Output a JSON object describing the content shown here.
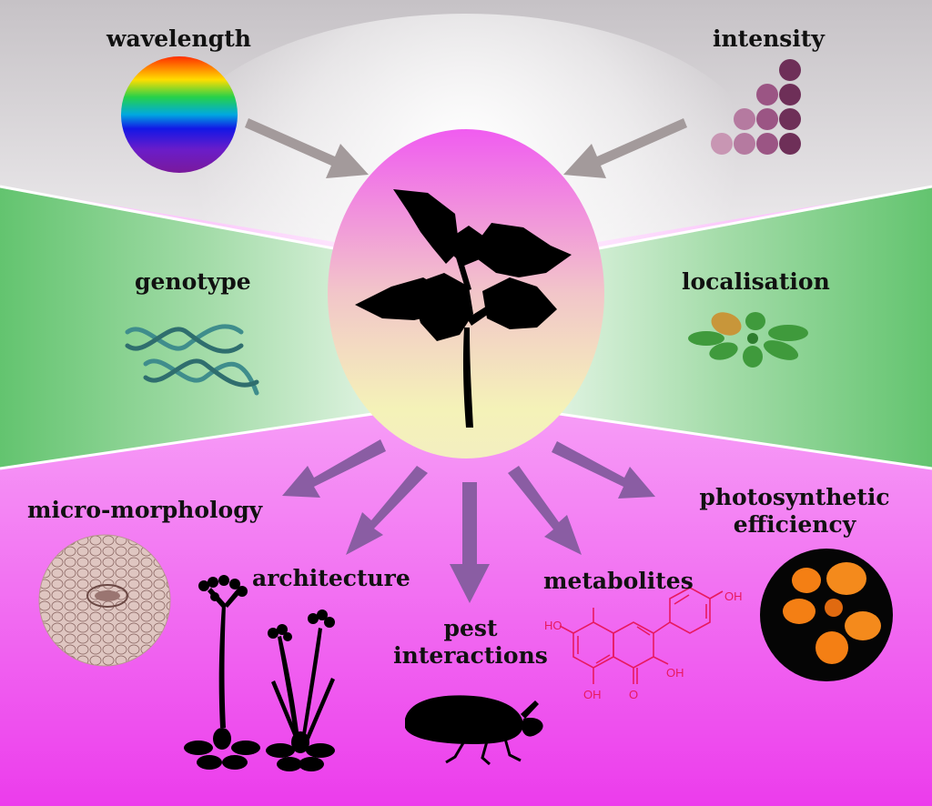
{
  "labels": {
    "wavelength": "wavelength",
    "intensity": "intensity",
    "genotype": "genotype",
    "localisation": "localisation",
    "micro_morphology": "micro-morphology",
    "architecture": "architecture",
    "pest_line1": "pest",
    "pest_line2": "interactions",
    "metabolites": "metabolites",
    "photo_line1": "photosynthetic",
    "photo_line2": "efficiency"
  },
  "molecule_labels": {
    "oh_top": "OH",
    "ho_left": "HO",
    "oh_right": "OH",
    "oh_bottom": "OH",
    "o_bottom": "O"
  },
  "colors": {
    "top_band": "#dcd8dc",
    "green_band": "#6fcc7a",
    "magenta_band": "#ee44ee",
    "arrow_grey": "#a39a9b",
    "arrow_purple": "#8a5da3",
    "center_pink": "#f06af0",
    "center_yellow": "#f4f3b8",
    "molecule": "#e8195f",
    "intensity_light": "#c88bb0",
    "intensity_dark": "#6b2f56"
  },
  "icons": [
    "rainbow-sphere-icon",
    "intensity-dots-icon",
    "dna-helix-icon",
    "rosette-plant-icon",
    "plant-silhouette-icon",
    "leaf-cells-icon",
    "flowering-plant-icon",
    "insect-icon",
    "flavonoid-structure-icon",
    "fluorescence-plant-icon"
  ]
}
